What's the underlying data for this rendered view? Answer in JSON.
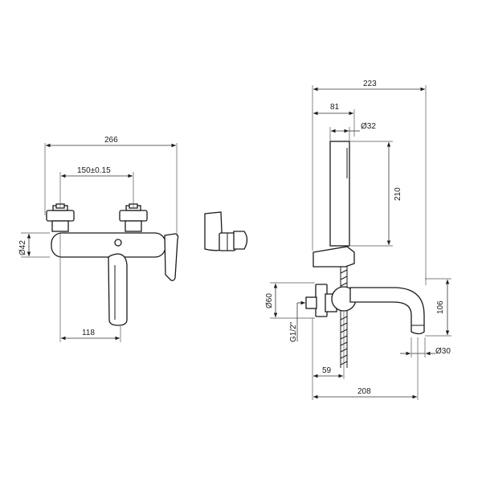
{
  "dimensions": {
    "d266": "266",
    "d150": "150±0.15",
    "d42": "Ø42",
    "d118": "118",
    "d223": "223",
    "d81": "81",
    "d32": "Ø32",
    "d210": "210",
    "d60": "Ø60",
    "d106": "106",
    "dG12": "G1/2\"",
    "d30": "Ø30",
    "d59": "59",
    "d208": "208"
  },
  "colors": {
    "line": "#1a1a1a",
    "background": "#ffffff"
  }
}
